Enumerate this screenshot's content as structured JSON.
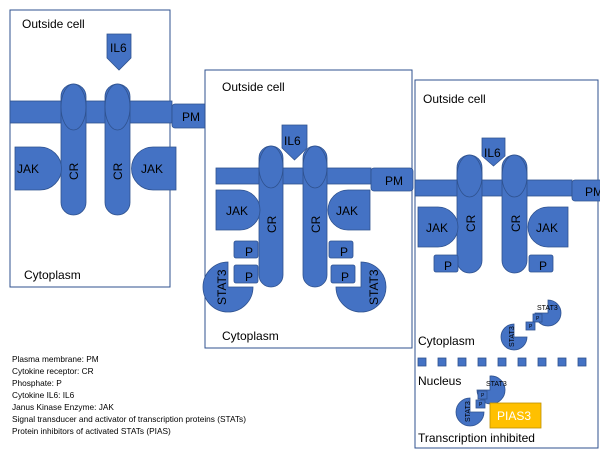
{
  "panels": [
    {
      "outside": "Outside cell",
      "cytoplasm": "Cytoplasm"
    },
    {
      "outside": "Outside cell",
      "cytoplasm": "Cytoplasm"
    },
    {
      "outside": "Outside cell",
      "cytoplasm": "Cytoplasm",
      "nucleus": "Nucleus",
      "result": "Transcription inhibited"
    }
  ],
  "labels": {
    "il6": "IL6",
    "pm": "PM",
    "cr": "CR",
    "jak": "JAK",
    "p": "P",
    "stat3": "STAT3",
    "pias3": "PIAS3"
  },
  "legend": [
    "Plasma membrane: PM",
    "Cytokine receptor: CR",
    "Phosphate: P",
    "Cytokine IL6: IL6",
    "Janus Kinase Enzyme: JAK",
    "Signal transducer and activator of transcription proteins (STATs)",
    "Protein inhibitors of activated STATs (PIAS)"
  ],
  "colors": {
    "protein": "#4472C4",
    "outline": "#2F528F",
    "pias3": "#FFC000"
  }
}
